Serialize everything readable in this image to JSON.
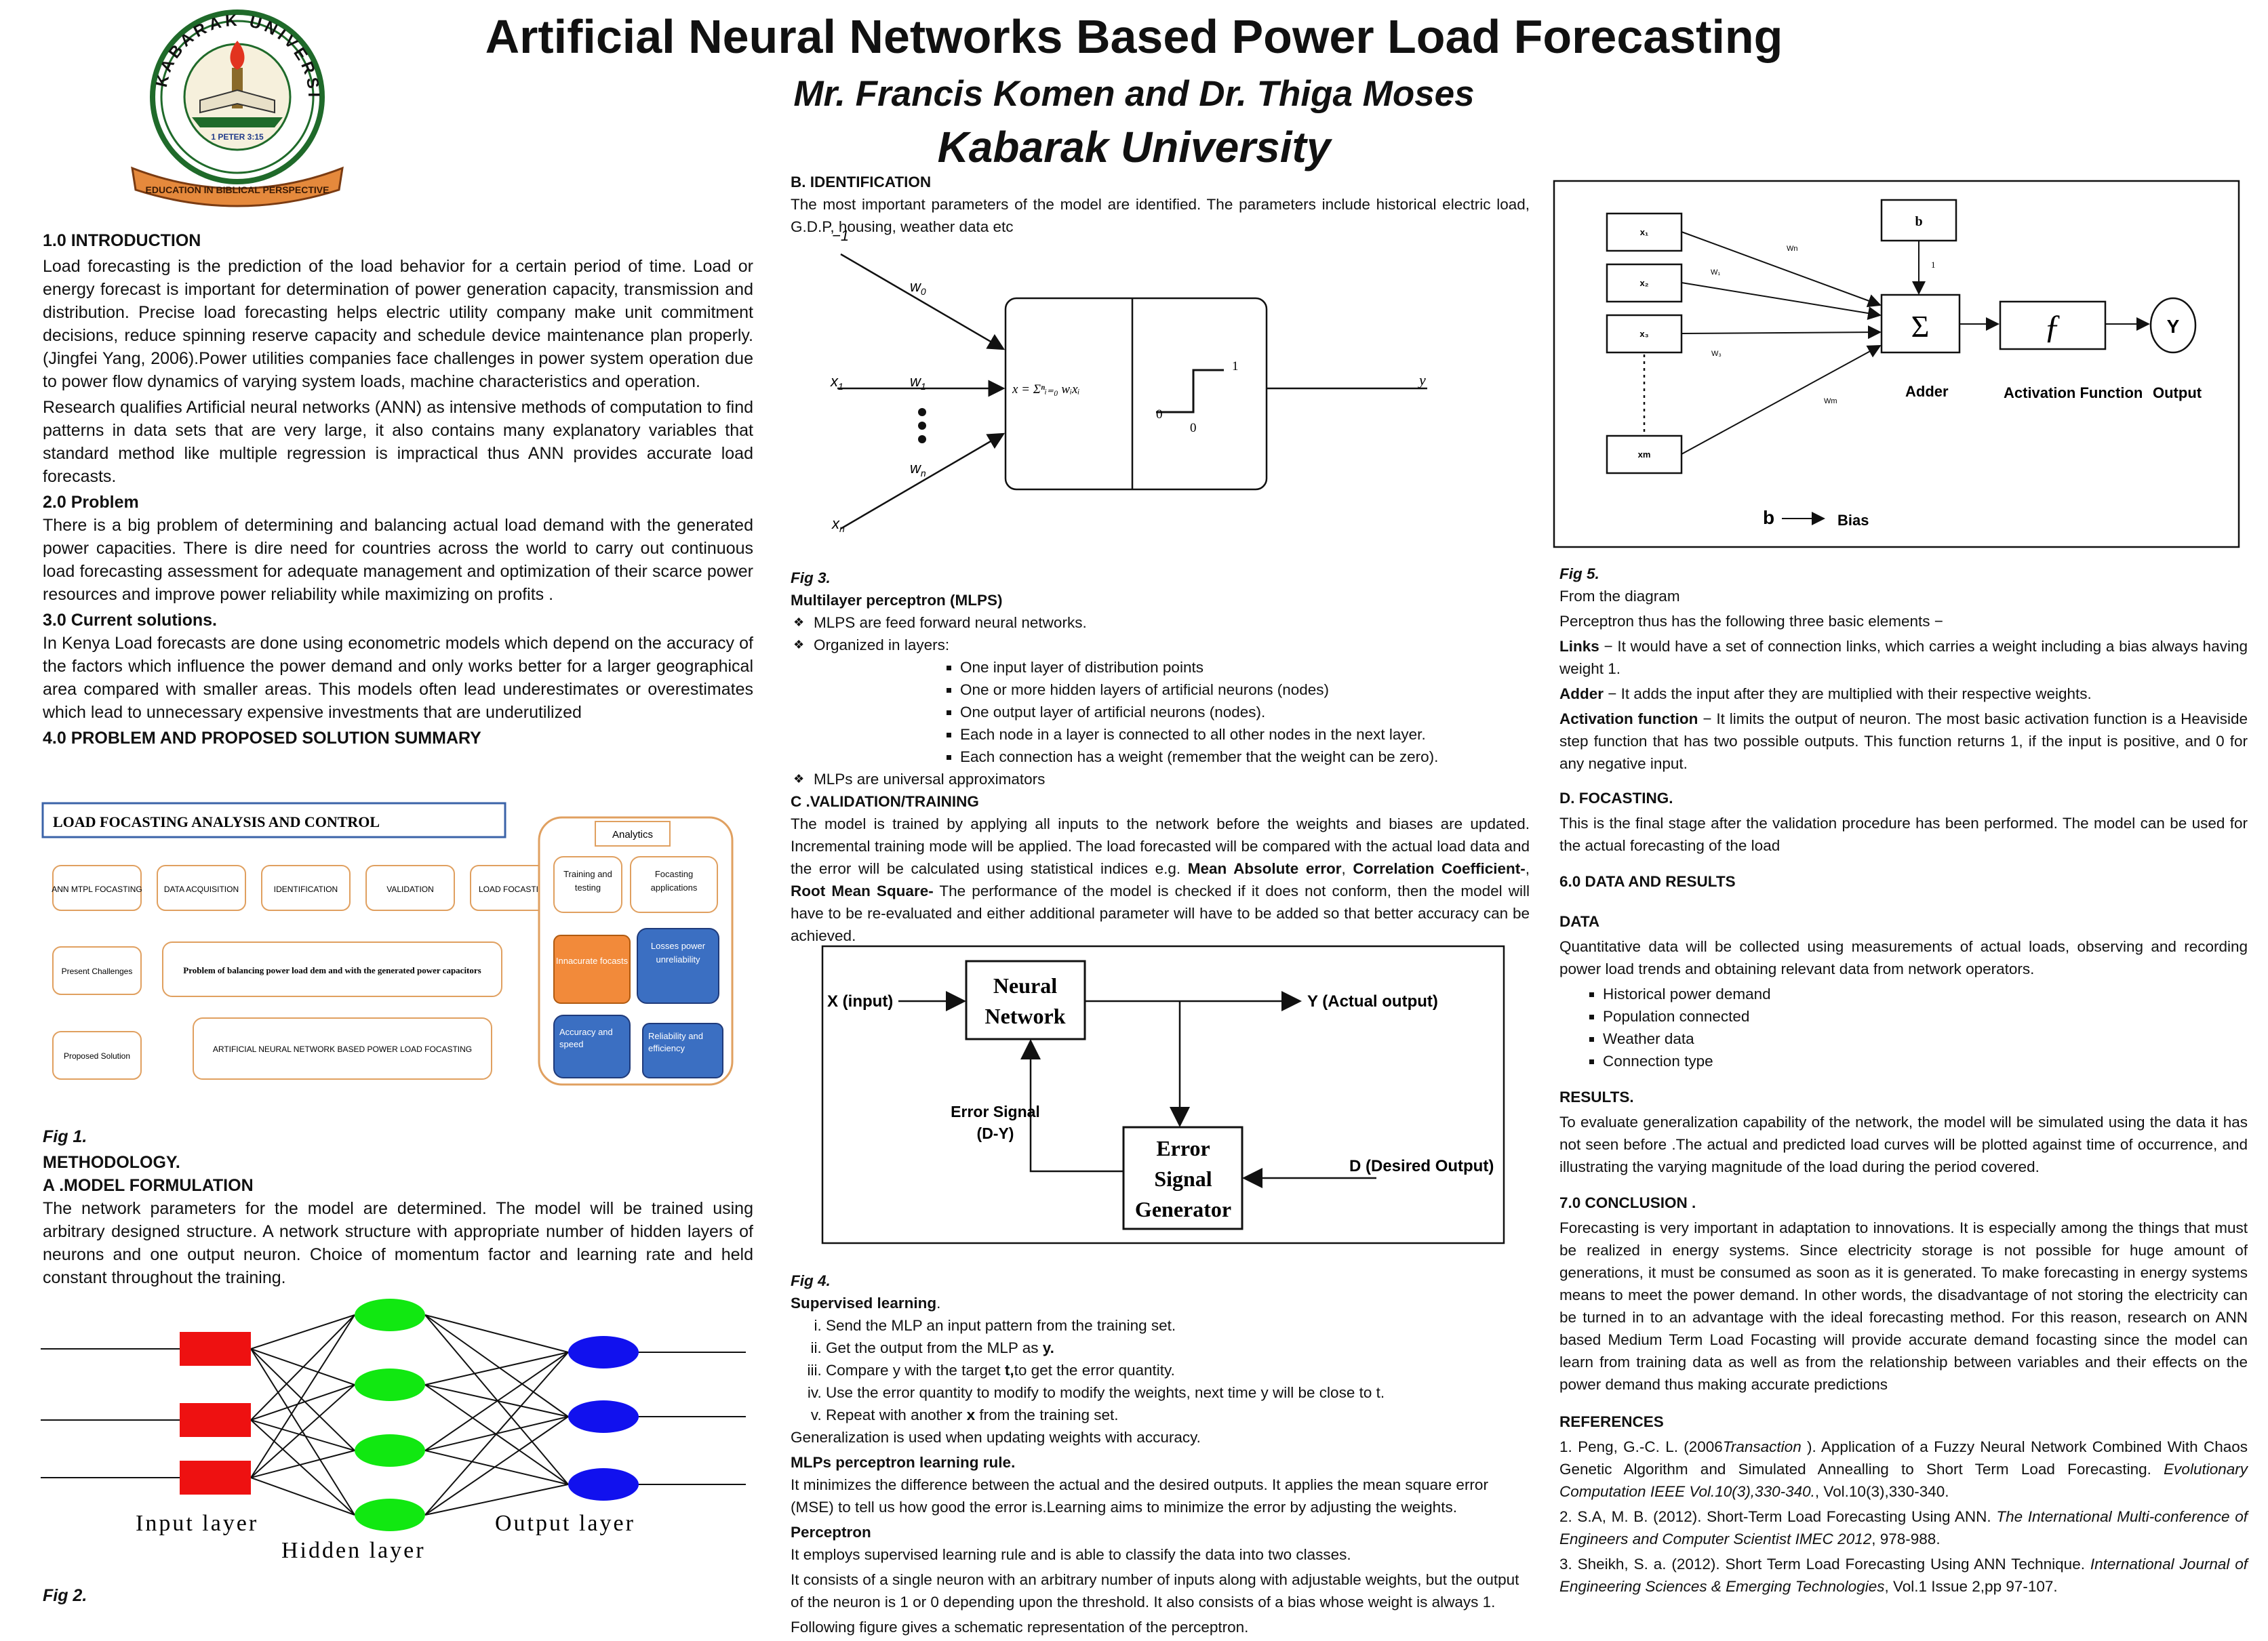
{
  "header": {
    "title": "Artificial Neural Networks Based Power Load Forecasting",
    "authors": "Mr. Francis Komen and Dr. Thiga Moses",
    "institution": "Kabarak University"
  },
  "logo": {
    "top_text": "KABARAK UNIVERSITY",
    "verse": "1 PETER 3:15",
    "ribbon": "EDUCATION IN BIBLICAL PERSPECTIVE"
  },
  "col1": {
    "intro_heading": "1.0 INTRODUCTION",
    "intro_p1": "Load forecasting is the prediction of the load behavior for a certain period of time. Load or energy forecast is important for determination of power generation capacity, transmission and distribution. Precise load forecasting helps electric utility company make unit commitment decisions, reduce spinning reserve capacity and schedule device maintenance plan properly. (Jingfei Yang, 2006).Power utilities companies face  challenges in power system operation due to power flow dynamics of varying system loads, machine characteristics and operation.",
    "intro_p2": " Research qualifies Artificial neural networks (ANN) as intensive methods of computation to find patterns in data sets that are very large, it also contains many explanatory variables that standard method like multiple regression is impractical thus  ANN provides accurate load forecasts.",
    "problem_heading": " 2.0 Problem",
    "problem_p": "There is a big problem of determining and balancing actual load demand with the generated power capacities. There is dire need for countries across the world to carry out continuous load forecasting assessment for adequate management and optimization of their scarce power resources and improve power reliability while maximizing on profits .",
    "current_heading": "3.0 Current solutions.",
    "current_p": "In Kenya Load forecasts are done using econometric models which depend on the accuracy of the factors which influence the power demand and only works better for a larger geographical area compared with smaller areas. This models often lead  underestimates or overestimates which lead to unnecessary expensive investments that are underutilized",
    "summary_heading": "4.0 PROBLEM AND PROPOSED SOLUTION SUMMARY",
    "fig1_label": "Fig 1.",
    "method_heading": "METHODOLOGY.",
    "model_heading": "A .MODEL FORMULATION",
    "model_p": "The network parameters for the model are determined. The model will be trained using arbitrary designed structure. A network structure with appropriate number of hidden layers of neurons and one output neuron. Choice of momentum factor and learning rate and held constant throughout the training.",
    "fig2_label": "Fig 2."
  },
  "fig1": {
    "banner": "LOAD FOCASTING ANALYSIS AND CONTROL",
    "flow": [
      "ANN MTPL FOCASTING",
      "DATA ACQUISITION",
      "IDENTIFICATION",
      "VALIDATION",
      "LOAD FOCASTING"
    ],
    "present_label": "Present Challenges",
    "present_text": "Problem of balancing power load dem and with the generated power capacitors",
    "proposed_label": "Proposed Solution",
    "proposed_text": "ARTIFICIAL NEURAL NETWORK BASED POWER LOAD FOCASTING",
    "analytics": "Analytics",
    "training": "Training and testing",
    "focasting_apps": "Focasting applications",
    "inaccurate": "Innacurate focasts",
    "losses": "Losses power unreliability",
    "accuracy": "Accuracy and speed",
    "reliability": "Reliability and efficiency"
  },
  "fig2": {
    "input_layer": "Input layer",
    "hidden_layer": "Hidden layer",
    "output_layer": "Output layer"
  },
  "col2": {
    "ident_heading": "B. IDENTIFICATION",
    "ident_p": "The most important parameters of the model are identified. The parameters include historical electric load, G.D.P, housing, weather data etc",
    "fig3_label": "Fig 3.",
    "mlp_heading": "Multilayer perceptron (MLPS)",
    "mlp_b1": "MLPS are feed  forward neural networks.",
    "mlp_b2": "Organized in layers:",
    "mlp_sub": [
      "One input layer of distribution points",
      "One or more hidden layers of artificial neurons (nodes)",
      "One output layer of artificial neurons (nodes).",
      "Each node in a layer is connected to all other nodes in the next layer.",
      "Each connection has a weight (remember that the weight can be zero)."
    ],
    "mlp_b3": "MLPs are universal  approximators",
    "valid_heading": "C .VALIDATION/TRAINING",
    "valid_p_a": "The model is trained by applying all inputs to the network before the weights and biases are updated. Incremental training mode will be applied. The load forecasted will be compared with the actual load data and the error will be calculated using statistical indices e.g. ",
    "valid_b1": "Mean Absolute error",
    "valid_sep1": ", ",
    "valid_b2": "Correlation Coefficient-",
    "valid_sep2": ", ",
    "valid_b3": "Root Mean Square-",
    "valid_p_b": " The performance of the model is checked if it does not conform, then the model will have to be re-evaluated and either additional parameter will have to be added so that better accuracy can be achieved.",
    "fig4_label": "Fig 4.",
    "sup_heading": "Supervised learning",
    "sup_dot": ".",
    "steps": [
      {
        "a": "Send the MLP an input pattern from the training set.",
        "b": "",
        "c": ""
      },
      {
        "a": "Get the output from the MLP as ",
        "b": "y.",
        "c": ""
      },
      {
        "a": "Compare y with the target ",
        "b": "t,",
        "c": "to get the error quantity."
      },
      {
        "a": "Use the error quantity to modify to modify the weights, next time y will be close to t.",
        "b": "",
        "c": ""
      },
      {
        "a": "Repeat with another ",
        "b": "x",
        "c": " from the training set."
      }
    ],
    "gen_p": "Generalization is used when updating weights with accuracy.",
    "rule_heading": "MLPs perceptron learning rule.",
    "rule_p": "It minimizes the difference between the actual and the desired outputs. It applies the mean square error (MSE) to tell us how good the error is.Learning aims to minimize the error by adjusting the weights.",
    "perc_heading": "Perceptron",
    "perc_p1": "It employs supervised learning rule and is able to classify the data into two classes.",
    "perc_p2": "It consists of a single neuron with an arbitrary number of inputs along with adjustable weights, but the output of the neuron is 1 or 0 depending upon the threshold. It also consists of a bias whose weight is always 1.",
    "perc_p3": "Following figure gives a schematic representation of the perceptron."
  },
  "fig3": {
    "neg1": "−1",
    "w0": "w",
    "w0_sub": "0",
    "x1": "x",
    "x1_sub": "1",
    "w1": "w",
    "w1_sub": "1",
    "wn": "w",
    "wn_sub": "n",
    "xn": "x",
    "xn_sub": "n",
    "formula": "x = Σⁿᵢ₌₀ wᵢxᵢ",
    "one": "1",
    "zero_left": "0",
    "zero_below": "0",
    "y": "y"
  },
  "fig4": {
    "x_input": "X (input)",
    "nn": "Neural",
    "nn2": "Network",
    "y_actual": "Y (Actual output)",
    "err_sig": "Error Signal",
    "err_dy": "(D-Y)",
    "esg1": "Error",
    "esg2": "Signal",
    "esg3": "Generator",
    "desired": "D (Desired  Output)"
  },
  "fig5": {
    "b": "b",
    "one": "1",
    "x1": "x₁",
    "x2": "x₂",
    "x3": "x₃",
    "xm": "xm",
    "w1": "W₁",
    "w2": "Wn",
    "w3": "W₃",
    "wm": "Wm",
    "sigma": "Σ",
    "f": "ƒ",
    "yout": "Y",
    "adder": "Adder",
    "activation": "Activation Function",
    "output": "Output",
    "b_leg": "b",
    "bias": "Bias"
  },
  "col3": {
    "fig5_label": "Fig 5.",
    "from_diagram": "From the diagram",
    "three_elems": "Perceptron thus has the following three basic elements −",
    "links_b": "Links",
    "links_t": " − It would have a set of connection links, which carries a weight including a bias always having weight 1.",
    "adder_b": "Adder",
    "adder_t": " − It adds the input after they are multiplied with their respective weights.",
    "act_b": "Activation function",
    "act_t": " − It limits the output of neuron. The most basic activation function is a Heaviside step function that has two possible outputs. This function returns 1, if the input is positive, and 0 for any negative input.",
    "foc_heading": "D. FOCASTING.",
    "foc_p": "This is the final stage after the validation procedure has been performed. The model can be used for the actual forecasting of the load",
    "data_heading": "6.0 DATA AND RESULTS",
    "data_sub": "DATA",
    "data_p": "Quantitative data will be collected using measurements of actual loads, observing and recording power load trends and obtaining relevant data from network operators.",
    "data_items": [
      "Historical power demand",
      "Population connected",
      "Weather data",
      "Connection type"
    ],
    "results_heading": "RESULTS.",
    "results_p": "To evaluate generalization capability of the network, the model will be simulated using the  data it has not seen before .The actual and predicted load curves will be plotted against time of occurrence, and illustrating the varying magnitude of the load during the period covered.",
    "concl_heading": "7.0 CONCLUSION .",
    "concl_p": "Forecasting is very important in adaptation to innovations. It is especially among the things that must be realized in energy systems. Since electricity storage is not possible for huge amount of generations, it must be consumed as soon as it is generated. To make forecasting in energy systems means to meet the power demand. In other words, the disadvantage of not storing the electricity can be turned in to an advantage with the ideal forecasting method. For this reason, research on   ANN based Medium Term Load Focasting will provide accurate demand focasting since the model can learn from training data as well as from the relationship between variables and their effects on the power demand thus making accurate predictions",
    "ref_heading": "REFERENCES",
    "ref1_a": "1. Peng, G.-C. L. (2006",
    "ref1_i": "Transaction",
    "ref1_b": " ). Application of a Fuzzy Neural Network Combined With Chaos Genetic Algorithm and Simulated Annealling to Short Term Load Forecasting. ",
    "ref1_j": "Evolutionary Computation IEEE Vol.10(3),330-340.",
    "ref1_c": ", Vol.10(3),330-340.",
    "ref2_a": "2. S.A, M. B. (2012). Short-Term Load Forecasting Using ANN. ",
    "ref2_i": "The International Multi-conference of Engineers and Computer Scientist IMEC 2012",
    "ref2_b": ", 978-988.",
    "ref3_a": "3. Sheikh, S. a. (2012). Short Term Load Forecasting Using ANN Technique. ",
    "ref3_i": "International Journal of Engineering Sciences & Emerging Technologies",
    "ref3_b": ", Vol.1 Issue 2,pp 97-107."
  }
}
